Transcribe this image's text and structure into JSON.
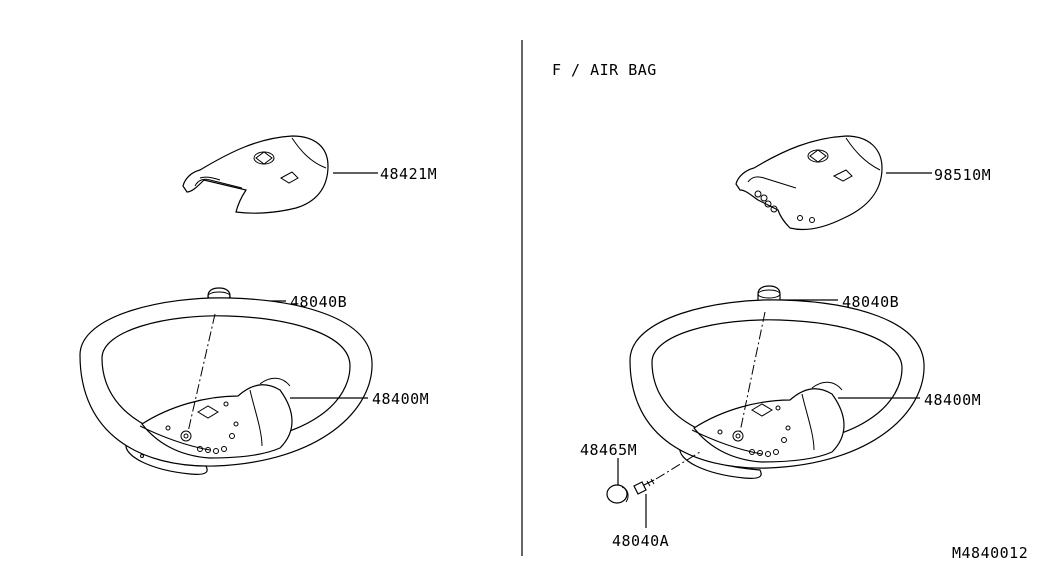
{
  "variant_label": "F / AIR BAG",
  "diagram_code": "M4840012",
  "left": {
    "pad_part": "48421M",
    "cap_part": "48040B",
    "wheel_part": "48400M"
  },
  "right": {
    "pad_part": "98510M",
    "cap_part": "48040B",
    "wheel_part": "48400M",
    "plug_part": "48465M",
    "bolt_part": "48040A"
  }
}
